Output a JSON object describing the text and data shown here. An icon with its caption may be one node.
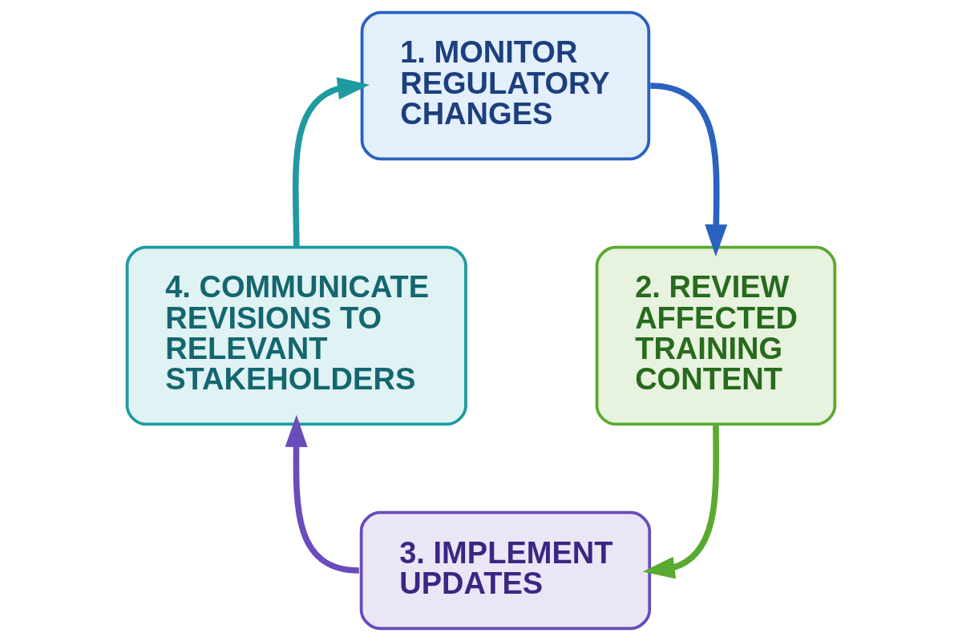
{
  "diagram": {
    "nodes": [
      {
        "text": [
          "1. MONITOR REGULATORY CHANGES"
        ]
      },
      {
        "text": [
          "2. REVIEW AFFECTED TRAINING CONTENT"
        ]
      },
      {
        "text": [
          "3. IMPLEMENT UPDATES"
        ]
      },
      {
        "text": [
          "4. COMMUNICATE REVISIONS TO RELEVANT STAKEHOLDERS"
        ]
      }
    ],
    "edges": [
      {
        "from": 0,
        "to": 1,
        "arrow": "to",
        "color": "#2a62c0"
      },
      {
        "from": 1,
        "to": 2,
        "arrow": "to",
        "color": "#5aaa30"
      },
      {
        "from": 2,
        "to": 3,
        "arrow": "to",
        "color": "#6a4cbc"
      },
      {
        "from": 3,
        "to": 0,
        "arrow": "to",
        "color": "#1f9aa0"
      }
    ]
  }
}
